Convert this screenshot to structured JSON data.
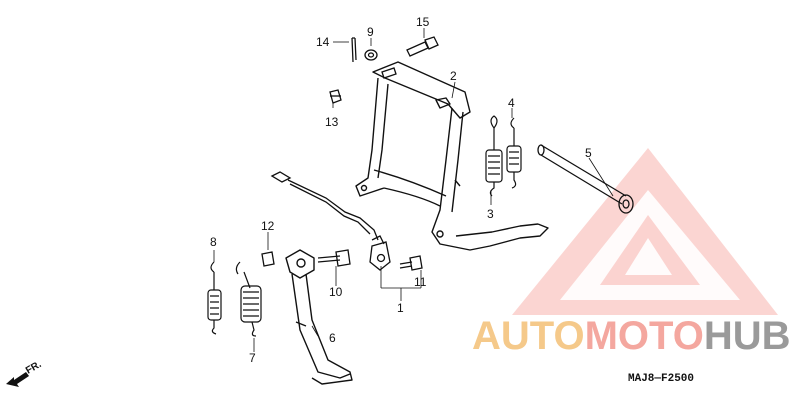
{
  "watermark": {
    "part1": "AUTO",
    "part2": "MOTO",
    "part3": "HUB",
    "colors": {
      "auto": "#f5c98a",
      "moto": "#f4a79f",
      "hub": "#9a9a9a",
      "logo": "#f28b82"
    }
  },
  "diagram_code": "MAJ8—F2500",
  "direction_label": "FR.",
  "callouts": [
    "1",
    "2",
    "3",
    "4",
    "5",
    "6",
    "7",
    "8",
    "9",
    "10",
    "11",
    "12",
    "13",
    "14",
    "15"
  ]
}
